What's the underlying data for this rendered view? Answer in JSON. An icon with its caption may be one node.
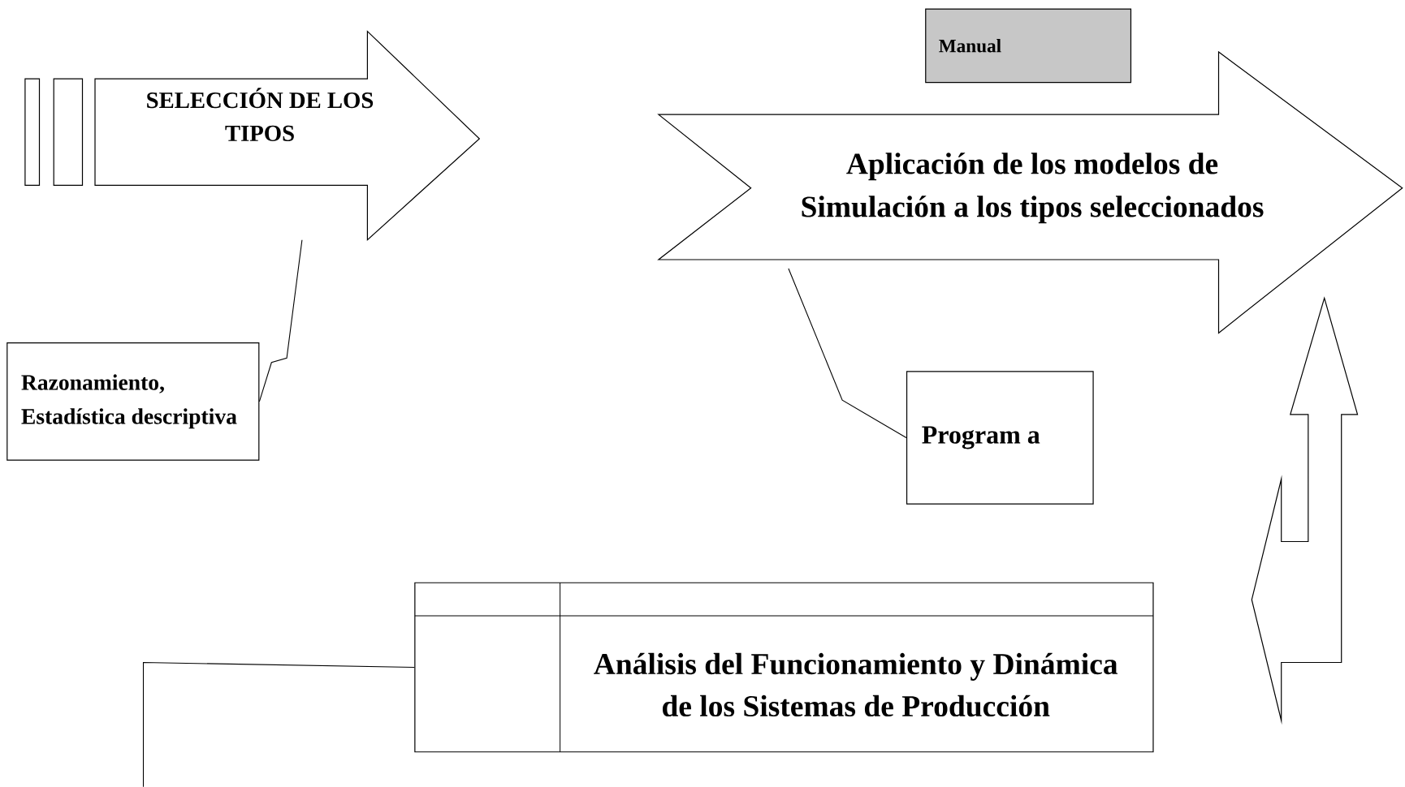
{
  "diagram": {
    "nodes": [
      {
        "text": [
          "SELECCIÓN DE LOS TIPOS"
        ]
      },
      {
        "text": [
          "Razonamiento, Estadística descriptiva"
        ]
      },
      {
        "text": [
          "Manual"
        ]
      },
      {
        "text": [
          "Aplicación de los modelos de Simulación a los tipos seleccionados"
        ]
      },
      {
        "text": [
          "Program a"
        ]
      },
      {
        "text": [
          "Análisis del Funcionamiento y Dinámica de los Sistemas de Producción"
        ]
      }
    ],
    "edges": [
      {
        "from": 1,
        "to": 0,
        "arrow": "none"
      },
      {
        "from": 4,
        "to": 3,
        "arrow": "none"
      },
      {
        "from": 5,
        "to": null,
        "arrow": "none"
      }
    ]
  }
}
